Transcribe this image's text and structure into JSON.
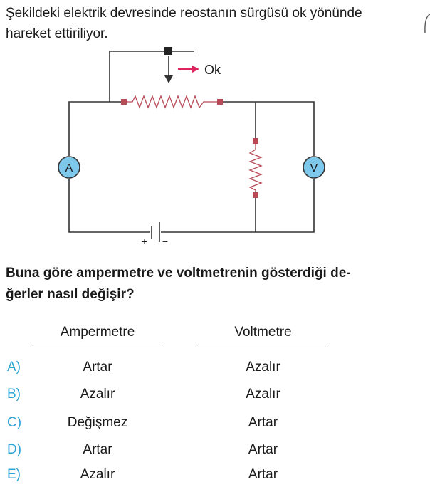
{
  "intro": {
    "line1": "Şekildeki elektrik devresinde reostanın sürgüsü ok yönünde",
    "line2": "hareket ettiriliyor."
  },
  "circuit": {
    "arrow_label": "Ok",
    "ammeter_label": "A",
    "voltmeter_label": "V",
    "battery_plus": "+",
    "battery_minus": "−",
    "colors": {
      "wire": "#333333",
      "resistor": "#b84a58",
      "meter_fill": "#7ec8ec",
      "arrow": "#e0245e"
    }
  },
  "question": {
    "line1": "Buna göre ampermetre ve voltmetrenin gösterdiği de-",
    "line2": "ğerler nasıl değişir?"
  },
  "table": {
    "col1": "Ampermetre",
    "col2": "Voltmetre",
    "rows": [
      {
        "opt": "A)",
        "a": "Artar",
        "v": "Azalır"
      },
      {
        "opt": "B)",
        "a": "Azalır",
        "v": "Azalır"
      },
      {
        "opt": "C)",
        "a": "Değişmez",
        "v": "Artar"
      },
      {
        "opt": "D)",
        "a": "Artar",
        "v": "Artar"
      },
      {
        "opt": "E)",
        "a": "Azalır",
        "v": "Artar"
      }
    ]
  }
}
